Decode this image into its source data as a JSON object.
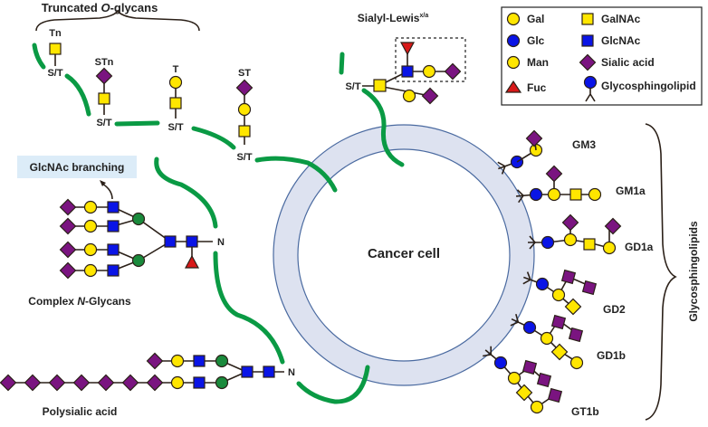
{
  "title_truncated": "Truncated O-glycans",
  "title_truncated_parts": {
    "pre": "Truncated ",
    "italic": "O",
    "post": "-glycans"
  },
  "sialyl_lewis": {
    "label": "Sialyl-Lewis",
    "superscript": "x/a"
  },
  "cell_label": "Cancer cell",
  "o_glycans": [
    {
      "name": "Tn",
      "attach": "S/T",
      "chain": [
        "GalNAc"
      ]
    },
    {
      "name": "STn",
      "attach": "S/T",
      "chain": [
        "GalNAc",
        "Sialic acid"
      ]
    },
    {
      "name": "T",
      "attach": "S/T",
      "chain": [
        "GalNAc",
        "Gal"
      ]
    },
    {
      "name": "ST",
      "attach": "S/T",
      "chain": [
        "GalNAc",
        "Gal",
        "Sialic acid"
      ]
    }
  ],
  "sialyl_lewis_attach": "S/T",
  "glcnac_branching": "GlcNAc branching",
  "complex_n_glycans": {
    "pre": "Complex ",
    "italic": "N",
    "post": "-Glycans",
    "attach": "N"
  },
  "polysialic": {
    "label": "Polysialic acid",
    "attach": "N"
  },
  "glycosphingolipids_label": "Glycosphingolipids",
  "gangliosides": [
    "GM3",
    "GM1a",
    "GD1a",
    "GD2",
    "GD1b",
    "GT1b"
  ],
  "legend": [
    {
      "symbol": "circle",
      "color": "#ffe600",
      "label": "Gal"
    },
    {
      "symbol": "square",
      "color": "#ffe600",
      "label": "GalNAc"
    },
    {
      "symbol": "circle",
      "color": "#0a14e6",
      "label": "Glc"
    },
    {
      "symbol": "square",
      "color": "#0a14e6",
      "label": "GlcNAc"
    },
    {
      "symbol": "circle",
      "color": "#ffe600",
      "label": "Man"
    },
    {
      "symbol": "diamond",
      "color": "#7a1480",
      "label": "Sialic acid"
    },
    {
      "symbol": "triangle",
      "color": "#d81818",
      "label": "Fuc"
    },
    {
      "symbol": "lipid",
      "color": "#0a14e6",
      "label": "Glycosphingolipid"
    }
  ],
  "colors": {
    "gal": "#ffe600",
    "glc": "#0a14e6",
    "sialic": "#7a1480",
    "fuc": "#d81818",
    "man_green": "#1a8a3c",
    "peptide": "#0a9a44",
    "membrane": "#dde2f0",
    "membrane_stroke": "#4a6aa0",
    "branch_box": "#dcecf8"
  }
}
